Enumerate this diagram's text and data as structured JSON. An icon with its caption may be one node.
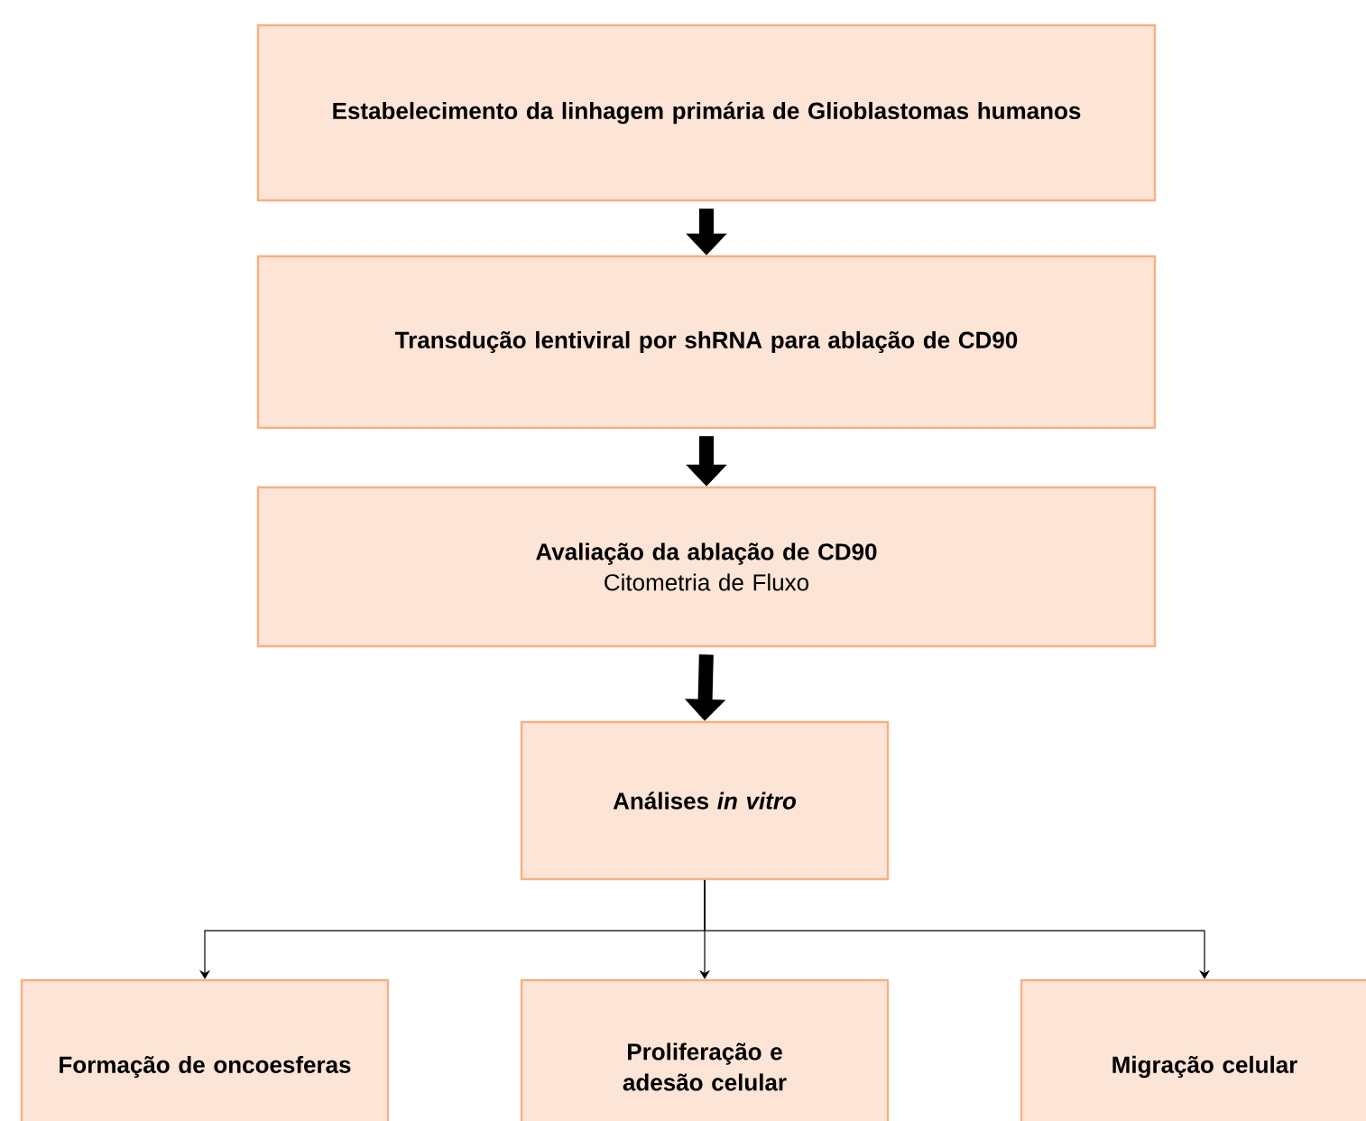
{
  "diagram": {
    "nodes": [
      {
        "text": [
          "Estabelecimento da linhagem primária de Glioblastomas humanos"
        ]
      },
      {
        "text": [
          "Transdução lentiviral por shRNA para ablação de CD90"
        ]
      },
      {
        "text": [
          "Avaliação da ablação de CD90",
          "Citometria de Fluxo"
        ]
      },
      {
        "text": [
          "Análises *in vitro*"
        ]
      },
      {
        "text": [
          "Formação de oncoesferas"
        ]
      },
      {
        "text": [
          "Proliferação e adesão celular"
        ]
      },
      {
        "text": [
          "Migração celular"
        ]
      }
    ],
    "edges": [
      {
        "from": 0,
        "to": 1,
        "arrow": "to",
        "style": "thick"
      },
      {
        "from": 1,
        "to": 2,
        "arrow": "to",
        "style": "thick"
      },
      {
        "from": 2,
        "to": 3,
        "arrow": "to",
        "style": "thick"
      },
      {
        "from": 3,
        "to": 4,
        "arrow": "to"
      },
      {
        "from": 3,
        "to": 5,
        "arrow": "to"
      },
      {
        "from": 3,
        "to": 6,
        "arrow": "to"
      }
    ]
  }
}
